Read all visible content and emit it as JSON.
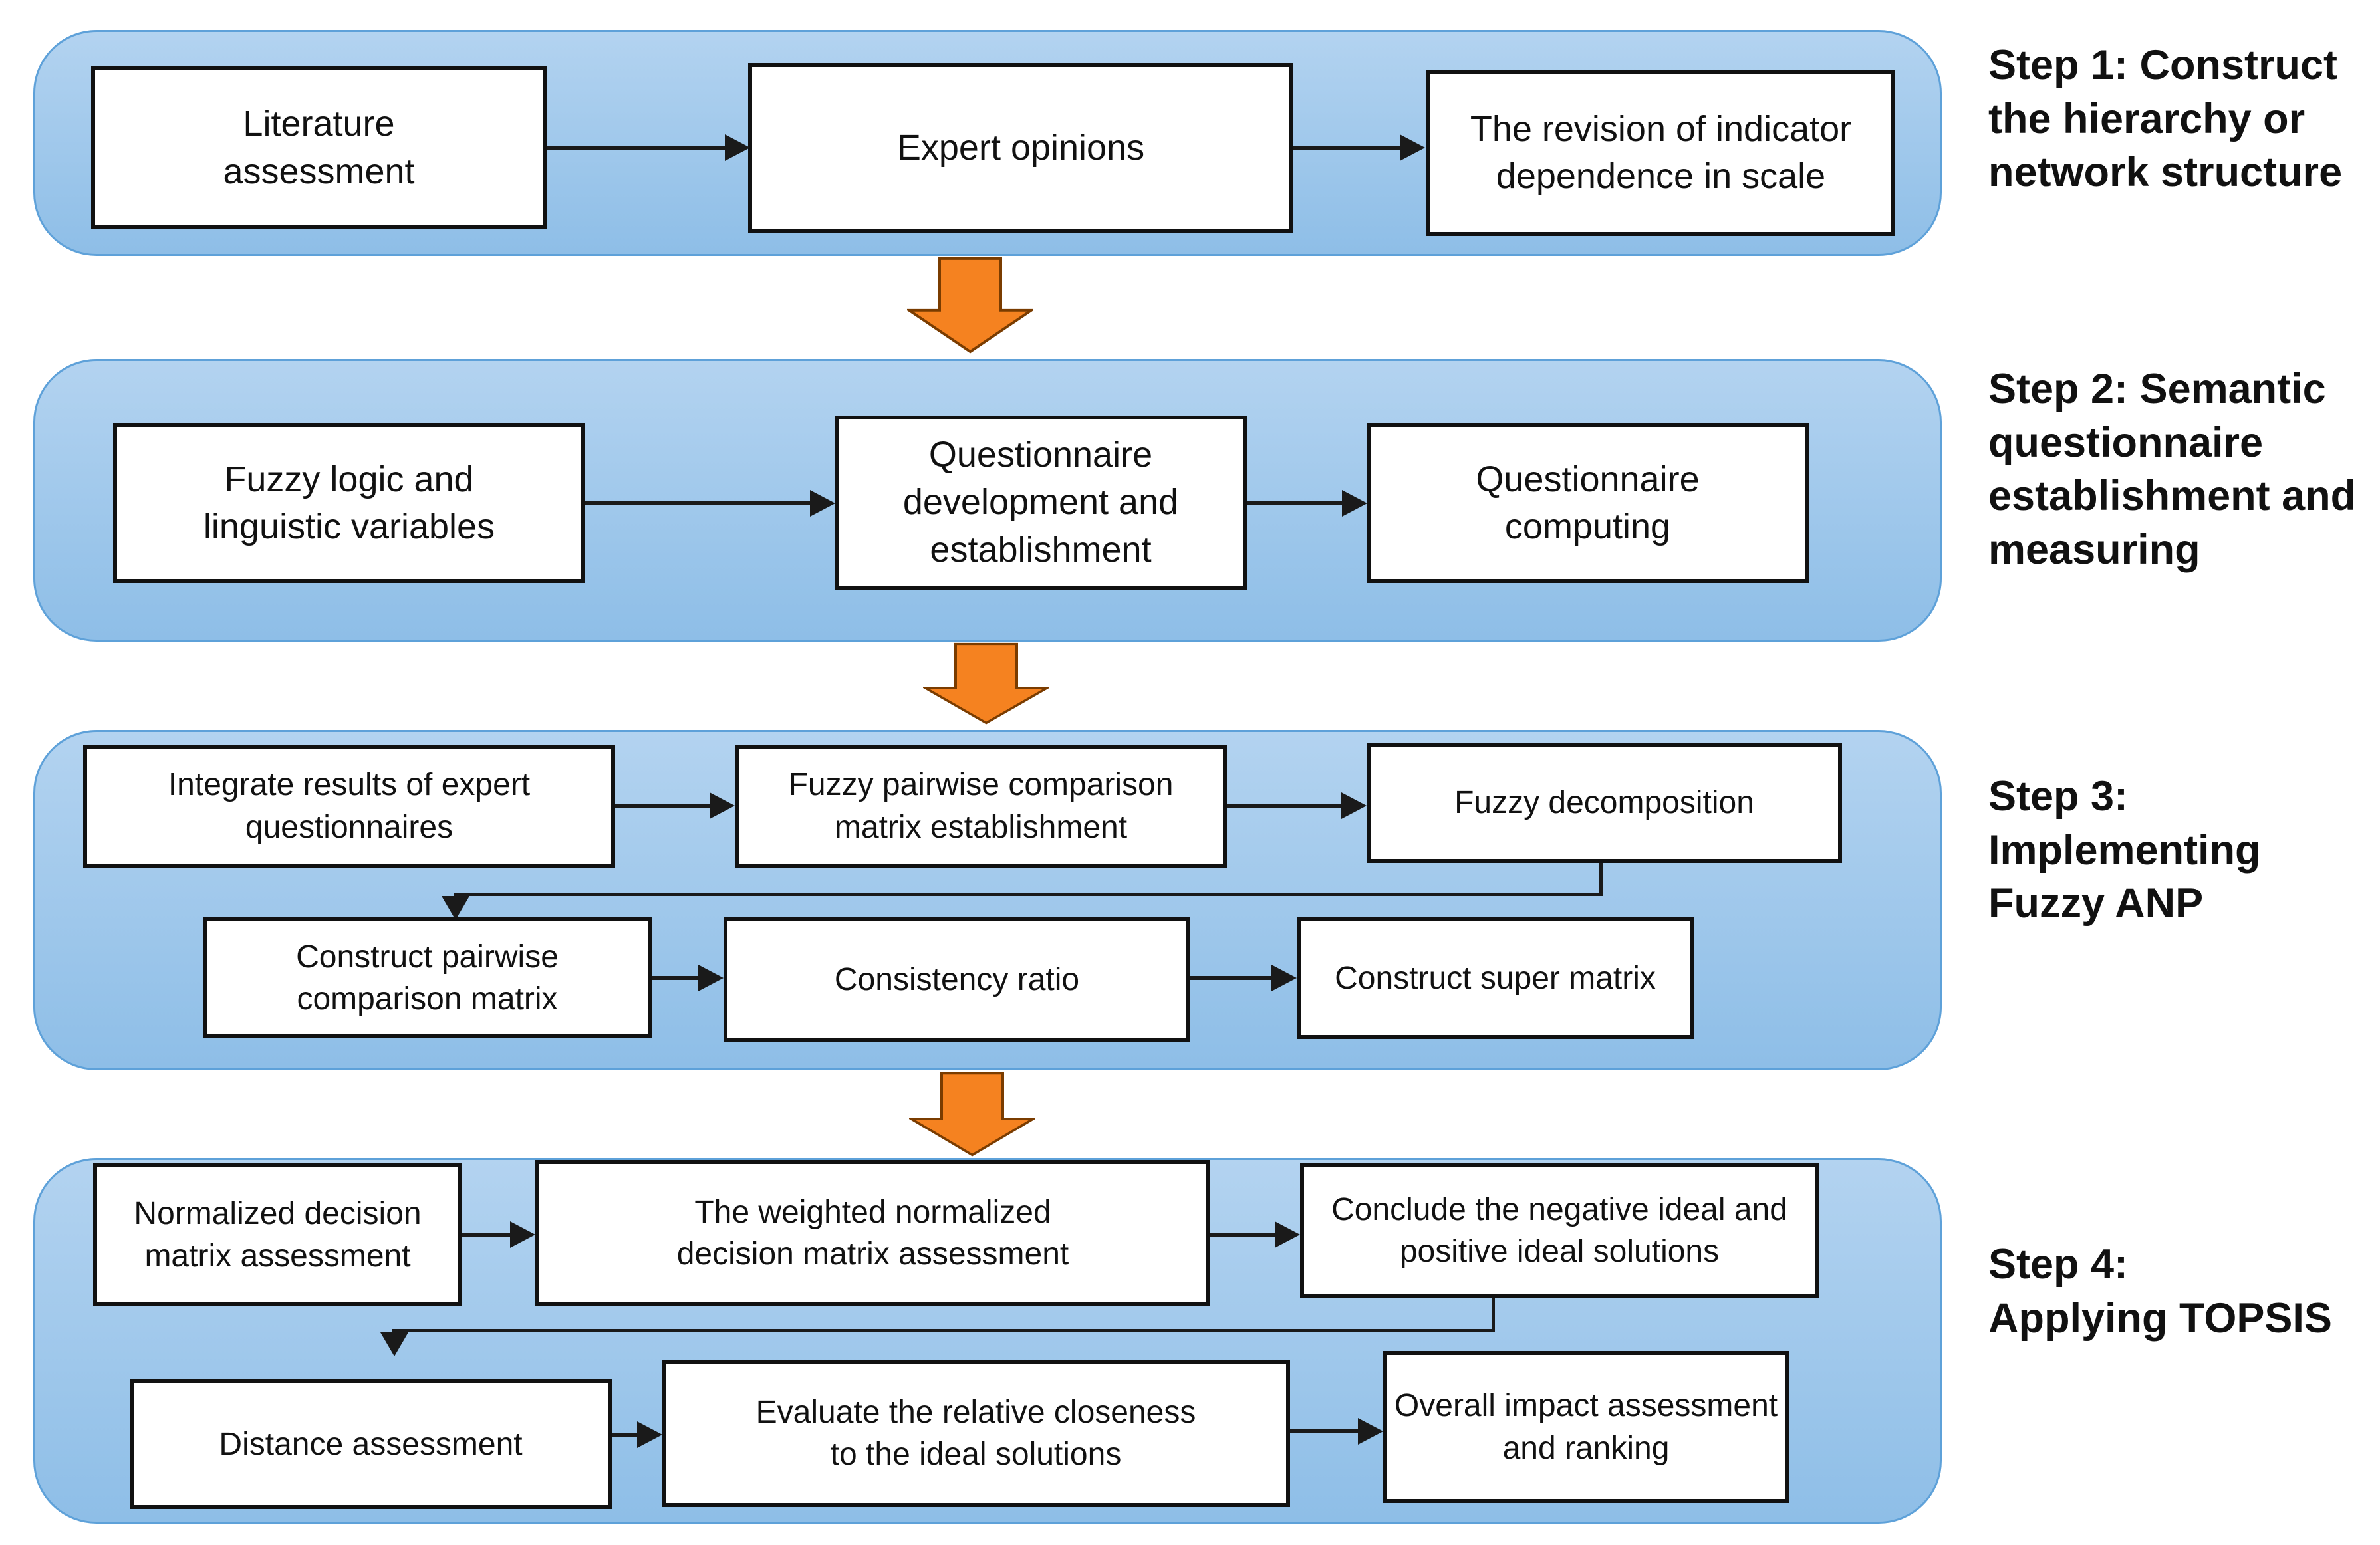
{
  "colors": {
    "band-fill-top": "#b3d3f0",
    "band-fill-bottom": "#8ebee7",
    "band-border": "#5ea1d9",
    "box-bg": "#ffffff",
    "box-border": "#111111",
    "arrow-fill": "#f58220",
    "arrow-stroke": "#7a3c00",
    "connector": "#1a1a1a",
    "text": "#111111"
  },
  "steps": [
    {
      "label": "Step 1: Construct\nthe hierarchy or\nnetwork structure"
    },
    {
      "label": "Step 2: Semantic\nquestionnaire\nestablishment and\nmeasuring"
    },
    {
      "label": "Step 3:\nImplementing\nFuzzy ANP"
    },
    {
      "label": "Step 4:\nApplying TOPSIS"
    }
  ],
  "bands": [
    {
      "boxes": [
        {
          "label": "Literature\nassessment"
        },
        {
          "label": "Expert opinions"
        },
        {
          "label": "The revision of indicator\ndependence in scale"
        }
      ]
    },
    {
      "boxes": [
        {
          "label": "Fuzzy logic and\nlinguistic variables"
        },
        {
          "label": "Questionnaire\ndevelopment and\nestablishment"
        },
        {
          "label": "Questionnaire\ncomputing"
        }
      ]
    },
    {
      "boxes": [
        {
          "label": "Integrate results of expert\nquestionnaires"
        },
        {
          "label": "Fuzzy pairwise comparison\nmatrix establishment"
        },
        {
          "label": "Fuzzy decomposition"
        },
        {
          "label": "Construct pairwise\ncomparison matrix"
        },
        {
          "label": "Consistency ratio"
        },
        {
          "label": "Construct super matrix"
        }
      ]
    },
    {
      "boxes": [
        {
          "label": "Normalized decision\nmatrix assessment"
        },
        {
          "label": "The weighted normalized\ndecision matrix assessment"
        },
        {
          "label": "Conclude the negative ideal and\npositive ideal solutions"
        },
        {
          "label": "Distance assessment"
        },
        {
          "label": "Evaluate the relative closeness\nto the ideal solutions"
        },
        {
          "label": "Overall impact assessment\nand ranking"
        }
      ]
    }
  ]
}
